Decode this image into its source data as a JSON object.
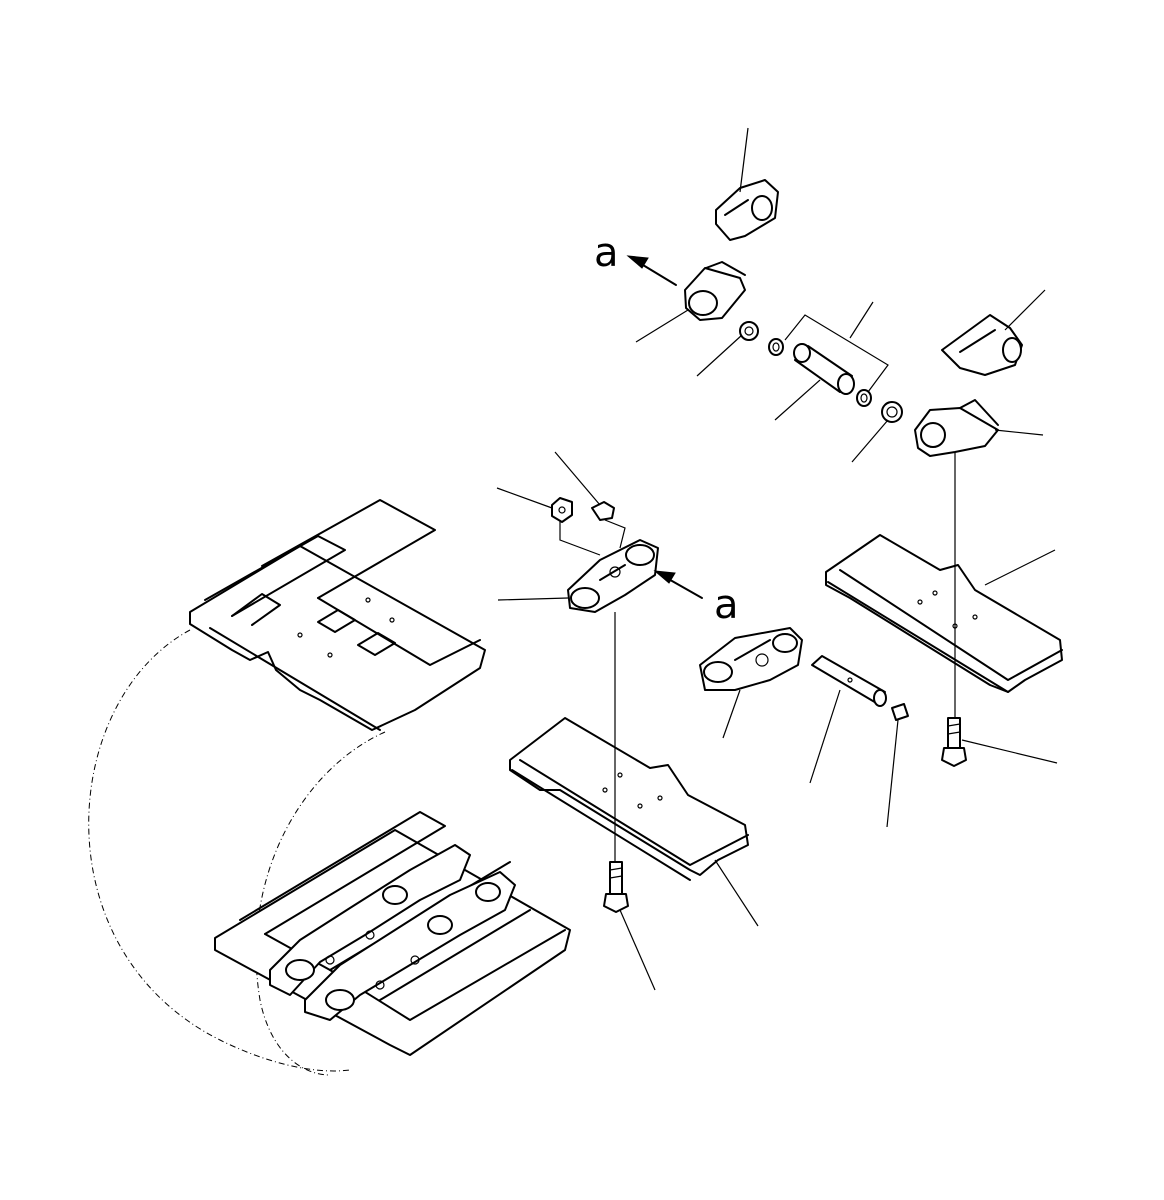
{
  "diagram": {
    "callouts": [
      {
        "id": "a-top",
        "label": "a"
      },
      {
        "id": "a-mid",
        "label": "a"
      }
    ]
  }
}
